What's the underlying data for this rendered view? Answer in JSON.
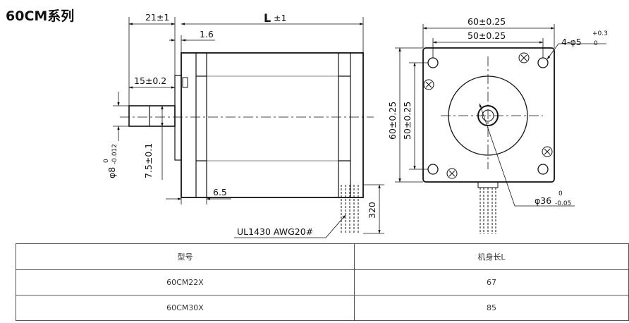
{
  "title": "60CM系列",
  "drawing": {
    "side_view": {
      "dim_21": "21±1",
      "dim_L": "L",
      "dim_L_tol": "±1",
      "dim_1_6": "1.6",
      "dim_15": "15±0.2",
      "dim_shaft_dia": "φ8",
      "dim_shaft_tol_upper": "0",
      "dim_shaft_tol_lower": "-0.012",
      "dim_7_5": "7.5±0.1",
      "dim_6_5": "6.5",
      "dim_320": "320",
      "cable_label": "UL1430  AWG20#"
    },
    "front_view": {
      "dim_60_h": "60±0.25",
      "dim_50_h": "50±0.25",
      "dim_60_v": "60±0.25",
      "dim_50_v": "50±0.25",
      "hole_label": "4-φ5",
      "hole_tol_upper": "+0.3",
      "hole_tol_lower": "0",
      "boss_dia": "φ36",
      "boss_tol_upper": "0",
      "boss_tol_lower": "-0.05"
    }
  },
  "table": {
    "headers": [
      "型号",
      "机身长L"
    ],
    "rows": [
      [
        "60CM22X",
        "67"
      ],
      [
        "60CM30X",
        "85"
      ]
    ]
  }
}
